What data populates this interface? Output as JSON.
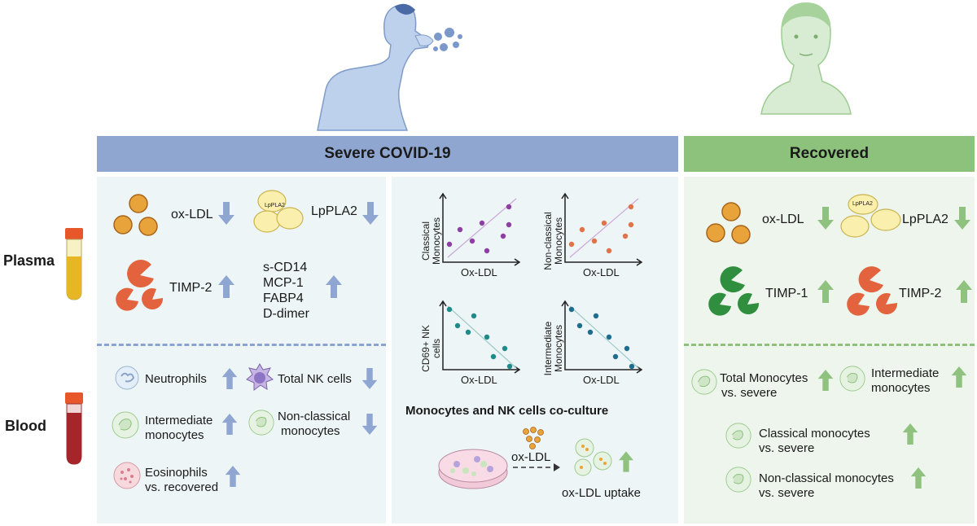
{
  "headers": {
    "severe": "Severe COVID-19",
    "recovered": "Recovered"
  },
  "rows": {
    "plasma": "Plasma",
    "blood": "Blood"
  },
  "severe_plasma": {
    "ox_ldl": "ox-LDL",
    "lppla2": "LpPLA2",
    "lppla2_blob": "LpPLA2",
    "timp2": "TIMP-2",
    "markers": [
      "s-CD14",
      "MCP-1",
      "FABP4",
      "D-dimer"
    ]
  },
  "severe_blood": {
    "neutrophils": "Neutrophils",
    "total_nk": "Total NK cells",
    "intermediate": [
      "Intermediate",
      "monocytes"
    ],
    "nonclassical": [
      "Non-classical",
      "monocytes"
    ],
    "eosinophils": [
      "Eosinophils",
      "vs. recovered"
    ]
  },
  "correlations": [
    {
      "ylabel": [
        "Classical",
        "Monocytes"
      ],
      "xlabel": "Ox-LDL",
      "trend": "positive",
      "color": "#8e3fa3"
    },
    {
      "ylabel": [
        "Non-classical",
        "Monocytes"
      ],
      "xlabel": "Ox-LDL",
      "trend": "positive",
      "color": "#e0734a"
    },
    {
      "ylabel": [
        "CD69+ NK",
        "cells"
      ],
      "xlabel": "Ox-LDL",
      "trend": "negative",
      "color": "#1f8a8a"
    },
    {
      "ylabel": [
        "Intermediate",
        "Monocytes"
      ],
      "xlabel": "Ox-LDL",
      "trend": "negative",
      "color": "#1e6d8f"
    }
  ],
  "coculture": {
    "title": "Monocytes and  NK cells co-culture",
    "arrow_label": "ox-LDL",
    "result": "ox-LDL uptake"
  },
  "recovered_plasma": {
    "ox_ldl": "ox-LDL",
    "lppla2": "LpPLA2",
    "lppla2_blob": "LpPLA2",
    "timp1": "TIMP-1",
    "timp2": "TIMP-2"
  },
  "recovered_blood": {
    "total_mono": [
      "Total Monocytes",
      "vs. severe"
    ],
    "intermediate": [
      "Intermediate",
      "monocytes"
    ],
    "classical": [
      "Classical monocytes",
      "vs. severe"
    ],
    "nonclassical": [
      "Non-classical monocytes",
      "vs. severe"
    ]
  },
  "colors": {
    "severe_header": "#8fa7d0",
    "recovered_header": "#8dc27d",
    "down_arrow_blue": "#8ea6d1",
    "up_arrow_green": "#8fc27f"
  }
}
